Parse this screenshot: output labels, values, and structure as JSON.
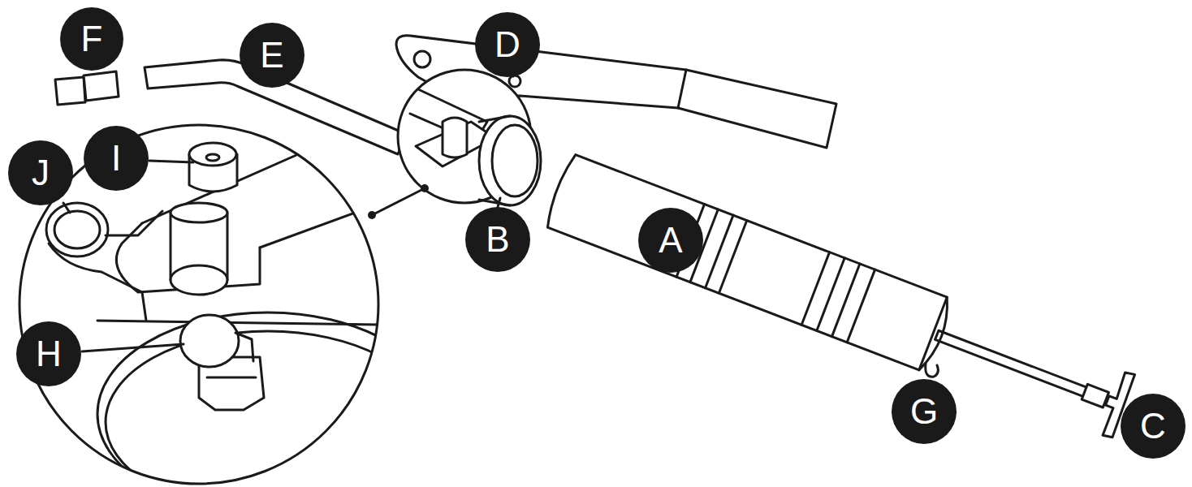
{
  "diagram": {
    "nodes": [
      {
        "text": [
          "F"
        ]
      },
      {
        "text": [
          "E"
        ]
      },
      {
        "text": [
          "D"
        ]
      },
      {
        "text": [
          "J"
        ]
      },
      {
        "text": [
          "I"
        ]
      },
      {
        "text": [
          "B"
        ]
      },
      {
        "text": [
          "A"
        ]
      },
      {
        "text": [
          "H"
        ]
      },
      {
        "text": [
          "G"
        ]
      },
      {
        "text": [
          "C"
        ]
      }
    ]
  }
}
